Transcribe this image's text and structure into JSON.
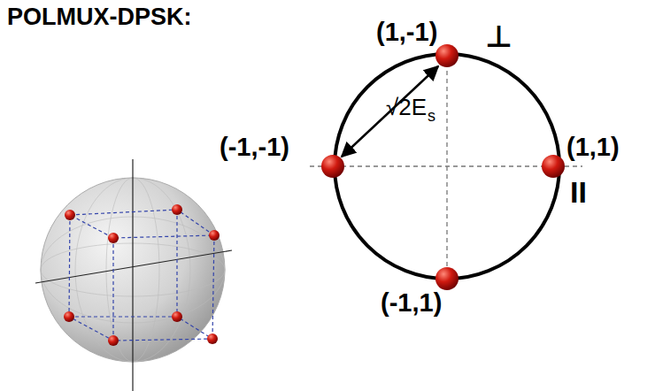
{
  "diagram": {
    "title": "POLMUX-DPSK:",
    "labels": [
      "(1,-1)",
      "⊥",
      "(-1,-1)",
      "(1,1)",
      "II",
      "(-1,1)",
      "√2E",
      "s"
    ]
  }
}
